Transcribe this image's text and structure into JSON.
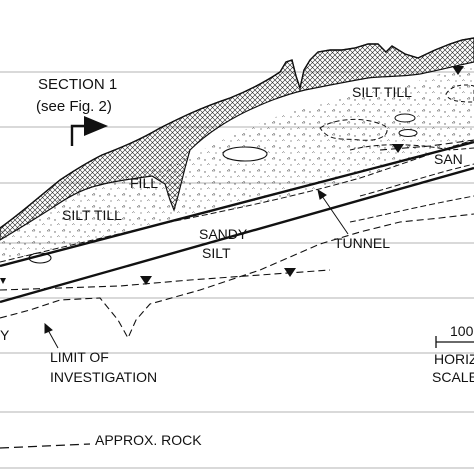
{
  "labels": {
    "section_line1": "SECTION 1",
    "section_line2": "(see Fig. 2)",
    "silt_till_upper": "SILT TILL",
    "silt_till_lower": "SILT TILL",
    "fill": "FILL",
    "sandy": "SANDY",
    "silt": "SILT",
    "tunnel": "TUNNEL",
    "san_cut": "SAN",
    "y_cut": "Y",
    "limit_line1": "LIMIT OF",
    "limit_line2": "INVESTIGATION",
    "scale_number": "100",
    "horiz_cut": "HORIZ",
    "scale_cut": "SCALE",
    "approx_rock": "APPROX. ROCK"
  },
  "colors": {
    "ink": "#111111",
    "background": "#ffffff",
    "grid": "#9a9a9a"
  },
  "symbols": {
    "section_marker": "section-flag-arrow-icon",
    "water_table": "water-table-triangle-icon"
  }
}
